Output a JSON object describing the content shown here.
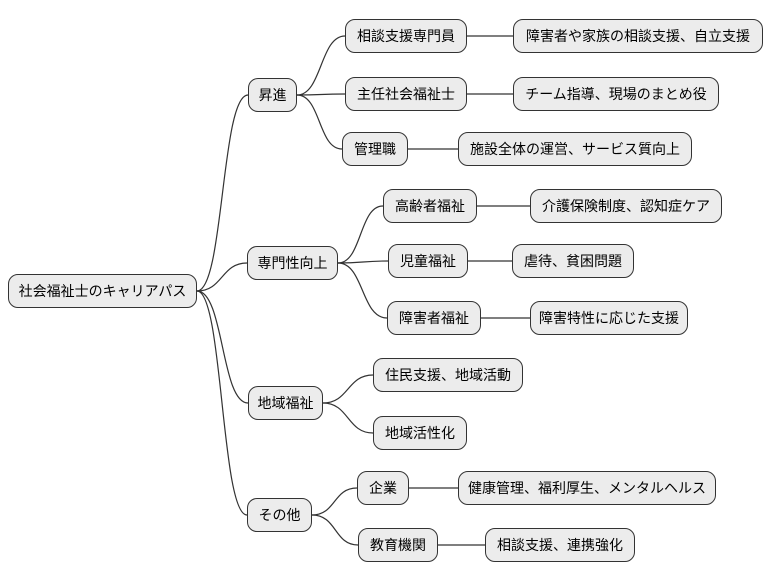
{
  "colors": {
    "background": "#ffffff",
    "node_fill": "#ececec",
    "node_border": "#333333",
    "edge": "#333333",
    "text": "#000000"
  },
  "diagram_type": "mindmap",
  "nodes": [
    {
      "id": "root",
      "level": 0,
      "parent": null,
      "label": "社会福祉士のキャリアパス"
    },
    {
      "id": "promotion",
      "level": 1,
      "parent": "root",
      "label": "昇進"
    },
    {
      "id": "consultant",
      "level": 2,
      "parent": "promotion",
      "label": "相談支援専門員"
    },
    {
      "id": "consultant-desc",
      "level": 3,
      "parent": "consultant",
      "label": "障害者や家族の相談支援、自立支援"
    },
    {
      "id": "chief",
      "level": 2,
      "parent": "promotion",
      "label": "主任社会福祉士"
    },
    {
      "id": "chief-desc",
      "level": 3,
      "parent": "chief",
      "label": "チーム指導、現場のまとめ役"
    },
    {
      "id": "manager",
      "level": 2,
      "parent": "promotion",
      "label": "管理職"
    },
    {
      "id": "manager-desc",
      "level": 3,
      "parent": "manager",
      "label": "施設全体の運営、サービス質向上"
    },
    {
      "id": "specialization",
      "level": 1,
      "parent": "root",
      "label": "専門性向上"
    },
    {
      "id": "elderly",
      "level": 2,
      "parent": "specialization",
      "label": "高齢者福祉"
    },
    {
      "id": "elderly-desc",
      "level": 3,
      "parent": "elderly",
      "label": "介護保険制度、認知症ケア"
    },
    {
      "id": "child-welfare",
      "level": 2,
      "parent": "specialization",
      "label": "児童福祉"
    },
    {
      "id": "child-welfare-desc",
      "level": 3,
      "parent": "child-welfare",
      "label": "虐待、貧困問題"
    },
    {
      "id": "disability",
      "level": 2,
      "parent": "specialization",
      "label": "障害者福祉"
    },
    {
      "id": "disability-desc",
      "level": 3,
      "parent": "disability",
      "label": "障害特性に応じた支援"
    },
    {
      "id": "community",
      "level": 1,
      "parent": "root",
      "label": "地域福祉"
    },
    {
      "id": "resident-support",
      "level": 2,
      "parent": "community",
      "label": "住民支援、地域活動"
    },
    {
      "id": "revitalization",
      "level": 2,
      "parent": "community",
      "label": "地域活性化"
    },
    {
      "id": "others",
      "level": 1,
      "parent": "root",
      "label": "その他"
    },
    {
      "id": "company",
      "level": 2,
      "parent": "others",
      "label": "企業"
    },
    {
      "id": "company-desc",
      "level": 3,
      "parent": "company",
      "label": "健康管理、福利厚生、メンタルヘルス"
    },
    {
      "id": "education",
      "level": 2,
      "parent": "others",
      "label": "教育機関"
    },
    {
      "id": "education-desc",
      "level": 3,
      "parent": "education",
      "label": "相談支援、連携強化"
    }
  ]
}
